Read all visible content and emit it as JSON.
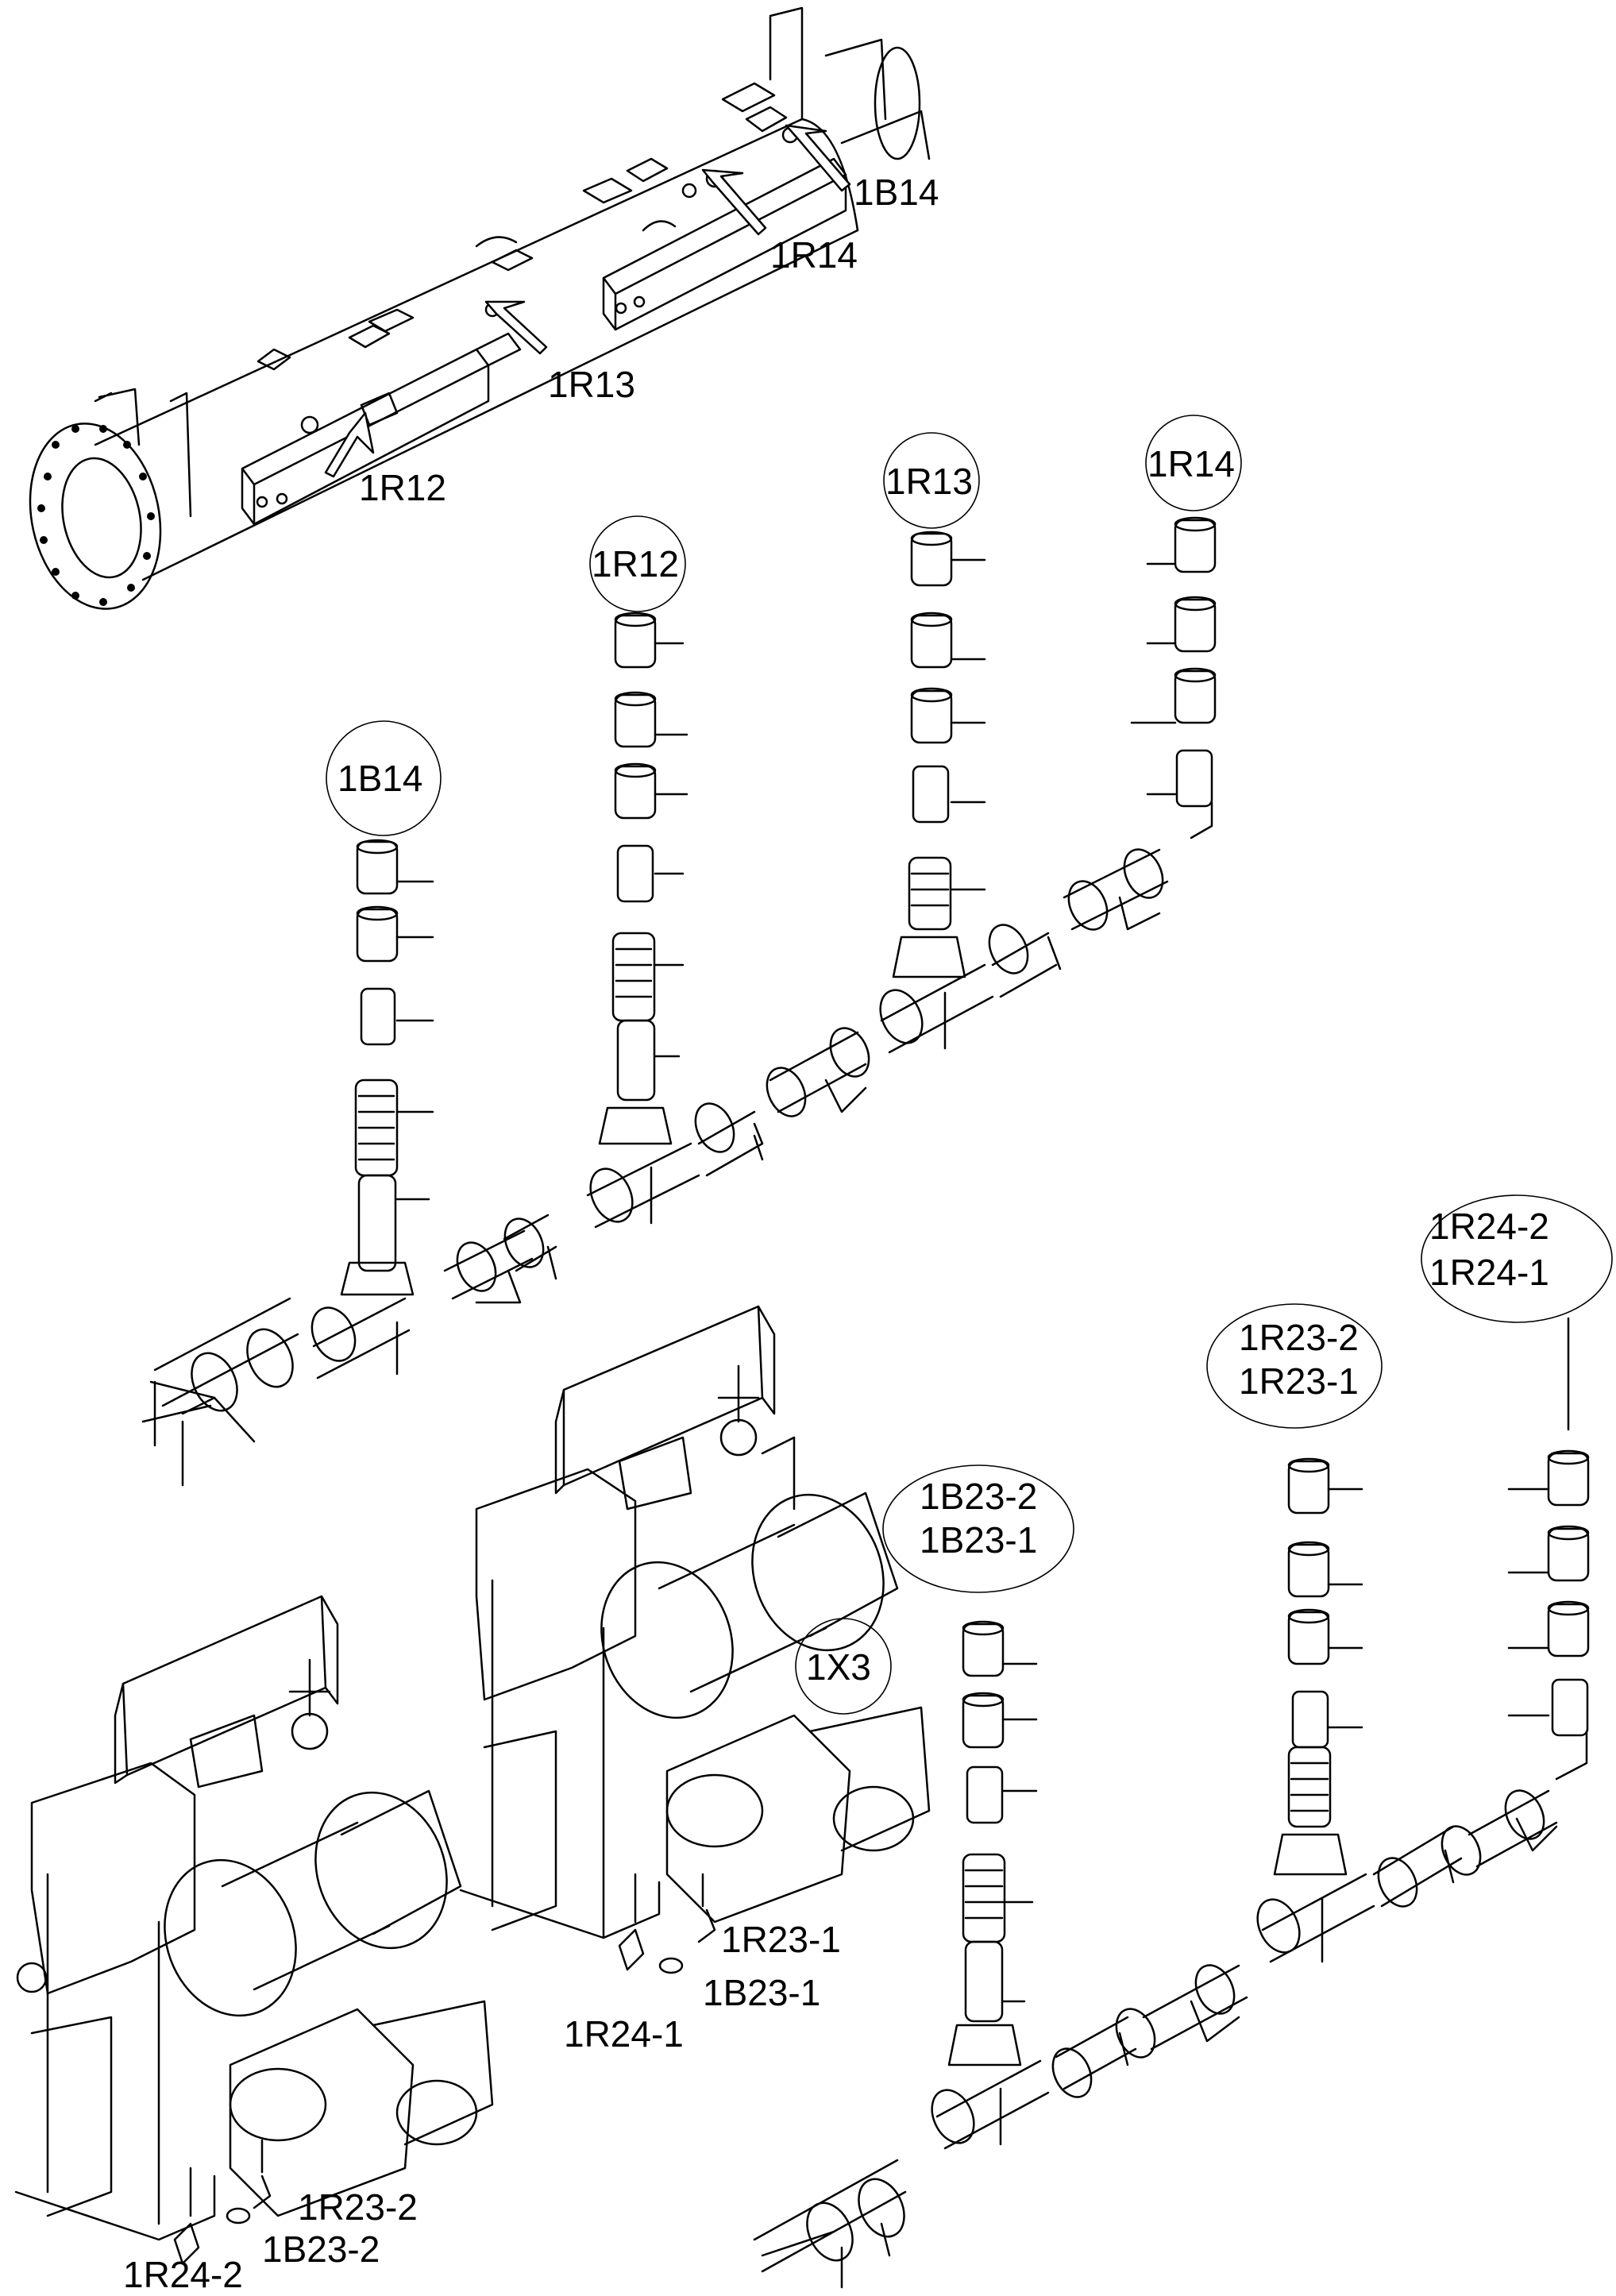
{
  "callouts": {
    "top": [
      "1B14",
      "1R14",
      "1R13",
      "1R12"
    ],
    "chains": {
      "1B14": "1B14",
      "1R12": "1R12",
      "1R13": "1R13",
      "1R14": "1R14",
      "r23": [
        "1R23-2",
        "1R23-1"
      ],
      "r24": [
        "1R24-2",
        "1R24-1"
      ],
      "b23": [
        "1B23-2",
        "1B23-1"
      ],
      "x3": "1X3"
    },
    "machine_right": [
      "1R23-1",
      "1B23-1",
      "1R24-1"
    ],
    "machine_left": [
      "1R23-2",
      "1B23-2",
      "1R24-2"
    ]
  },
  "icons": [
    "pipe-assembly",
    "connector-chain",
    "machine-unit"
  ]
}
